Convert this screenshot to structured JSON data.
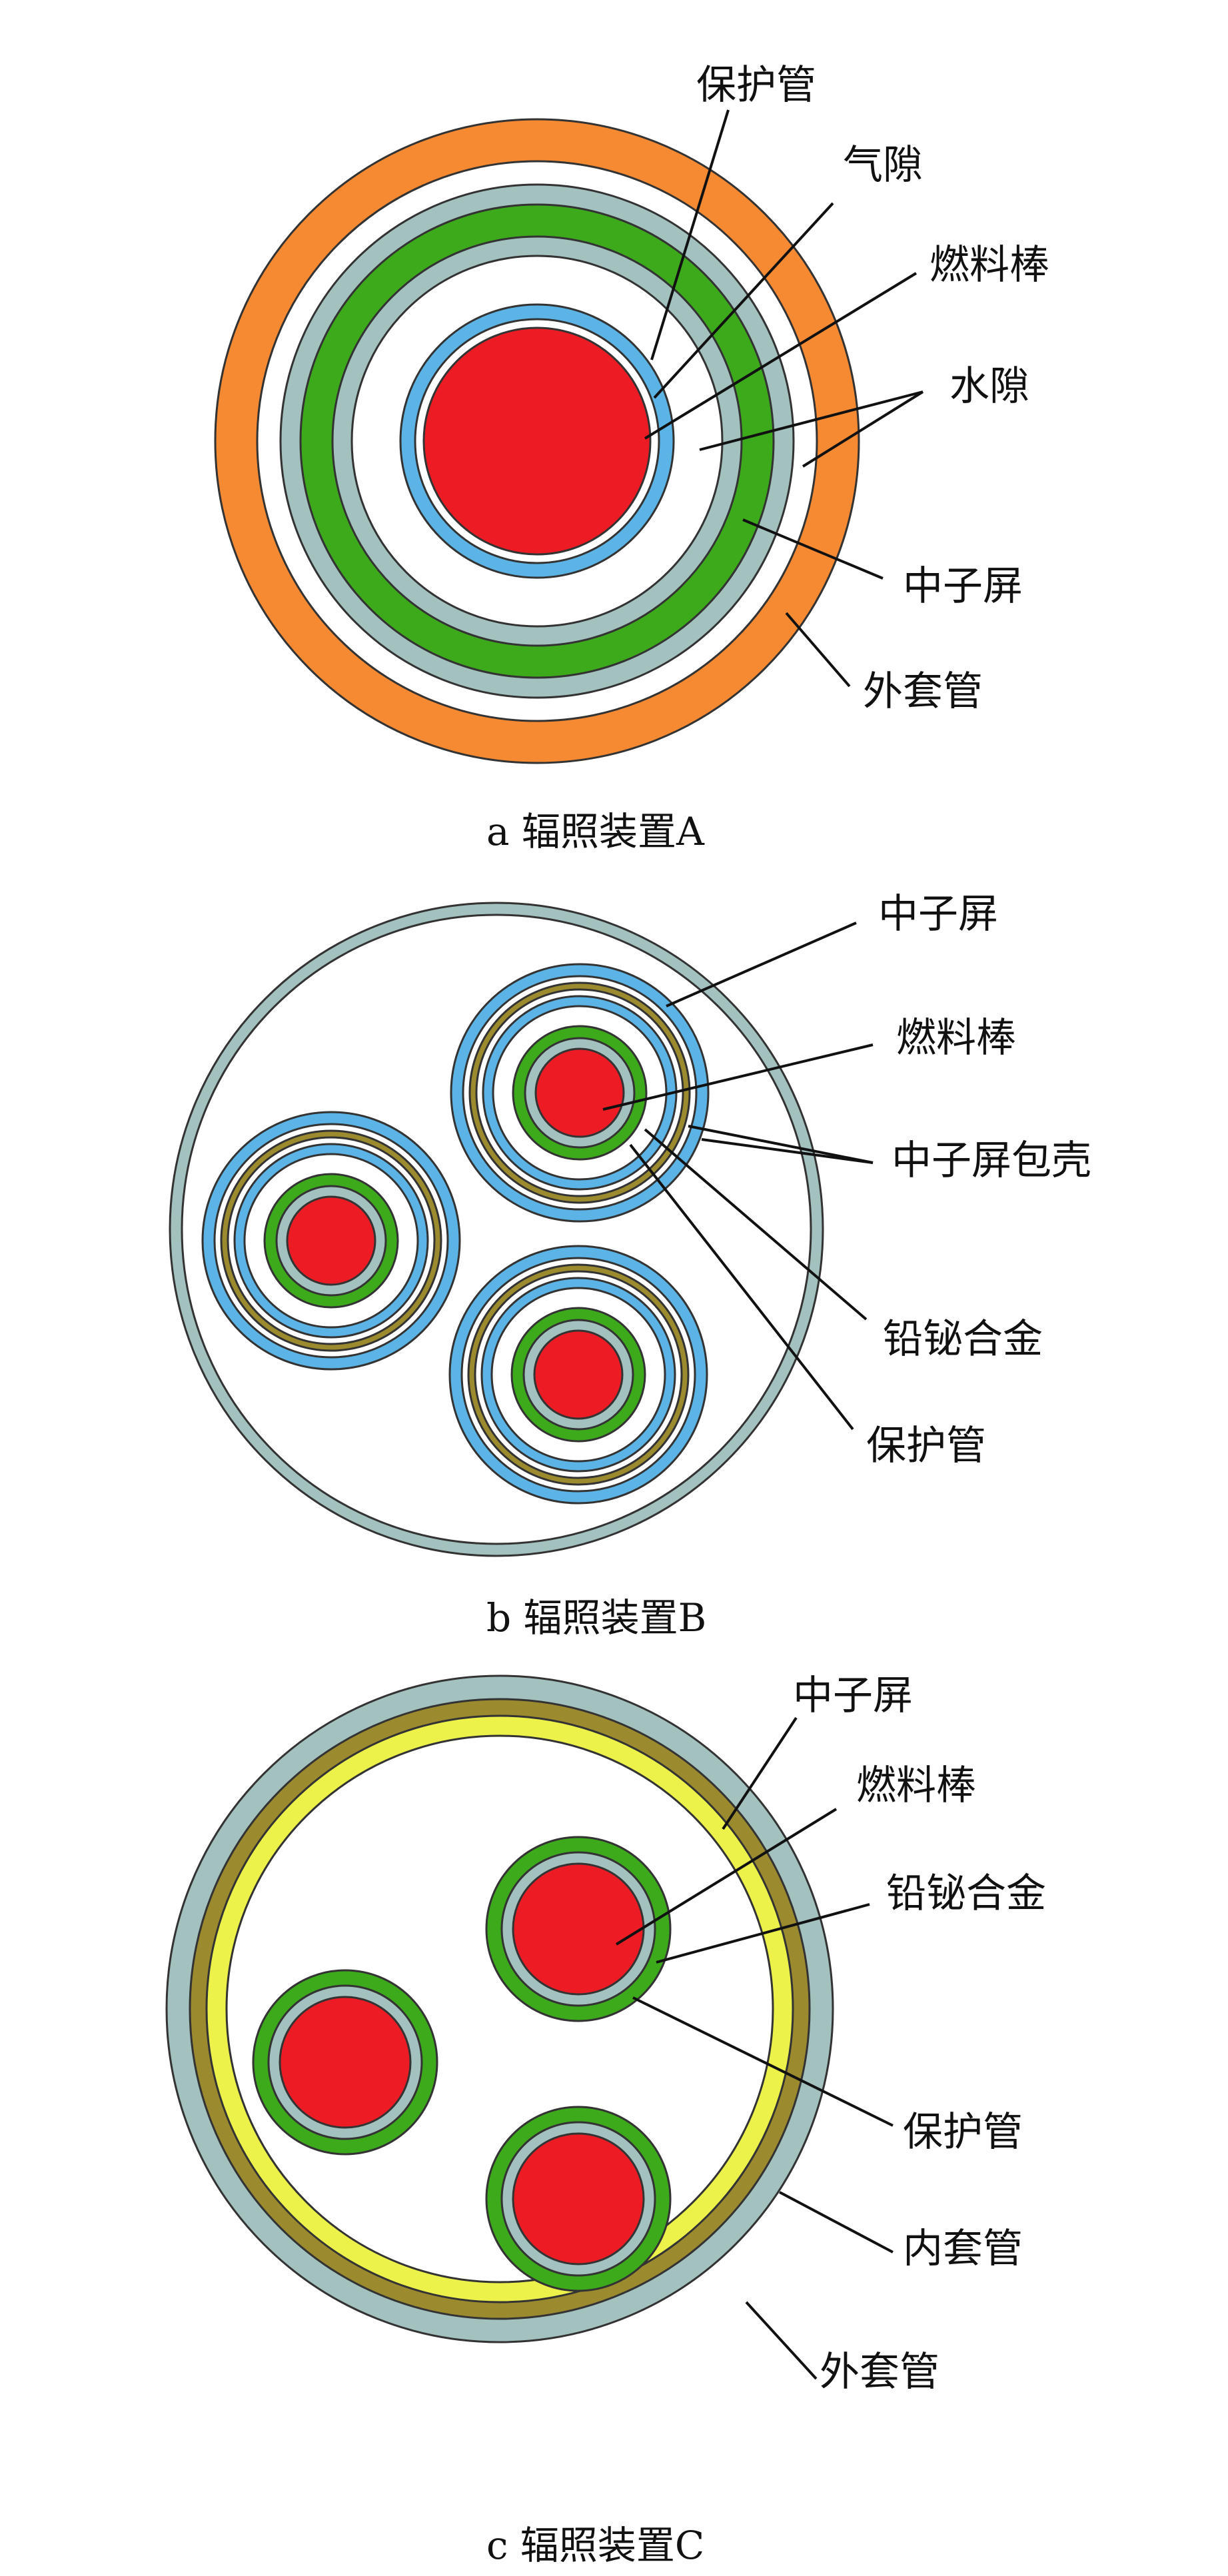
{
  "colors": {
    "fuel": "#ED1C24",
    "cladding_blue": "#5BB4E5",
    "shield_green": "#3DAA1C",
    "sleeve_gray": "#A3C1BE",
    "outer_orange": "#F58A33",
    "lead_bismuth": "#9B8A2E",
    "inner_yellow": "#EDF24A",
    "background": "#FFFFFF"
  },
  "figures": [
    {
      "id": "a",
      "caption": "a  辐照装置A",
      "labels": [
        "保护管",
        "气隙",
        "燃料棒",
        "水隙",
        "中子屏",
        "外套管"
      ]
    },
    {
      "id": "b",
      "caption": "b  辐照装置B",
      "labels": [
        "中子屏",
        "燃料棒",
        "中子屏包壳",
        "铅铋合金",
        "保护管"
      ]
    },
    {
      "id": "c",
      "caption": "c  辐照装置C",
      "labels": [
        "中子屏",
        "燃料棒",
        "铅铋合金",
        "保护管",
        "内套管",
        "外套管"
      ]
    }
  ]
}
